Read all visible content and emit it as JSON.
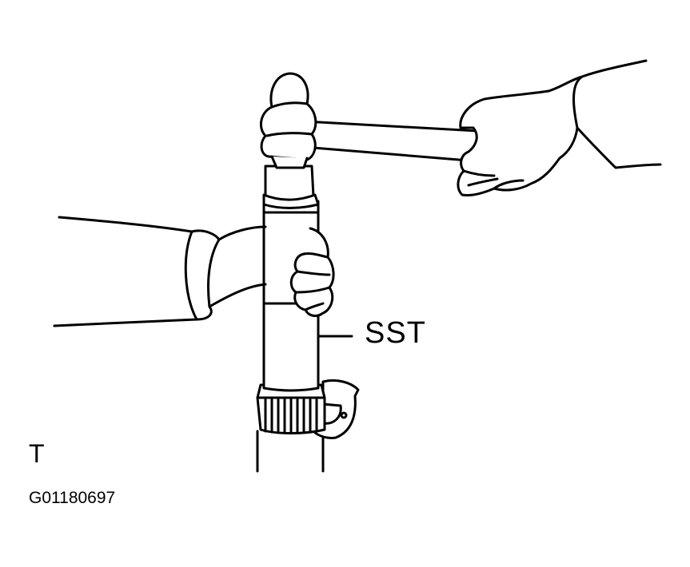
{
  "labels": {
    "tool": "SST",
    "corner_mark": "T",
    "figure_code": "G01180697"
  },
  "colors": {
    "ink": "#000000",
    "paper": "#ffffff"
  }
}
